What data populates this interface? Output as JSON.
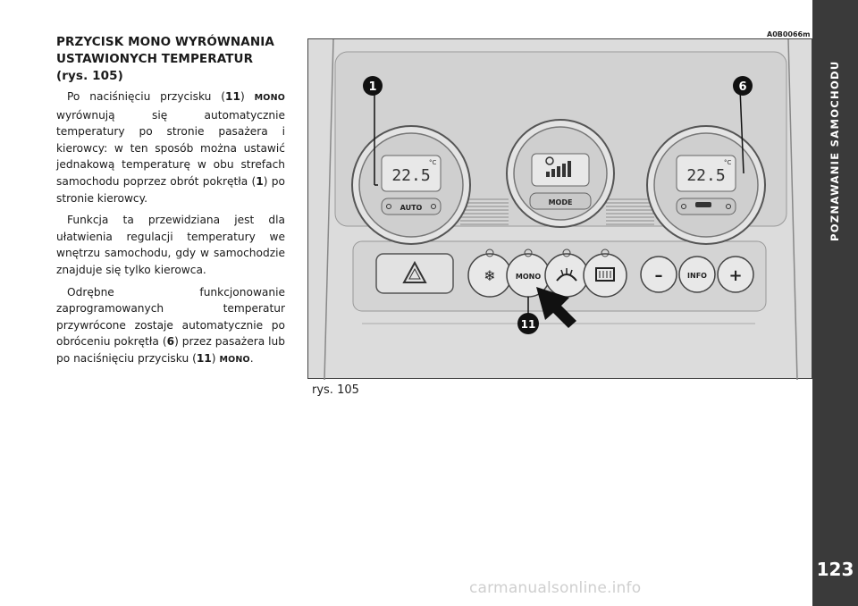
{
  "section": {
    "heading_lines": [
      "PRZYCISK MONO WYRÓWNANIA",
      "USTAWIONYCH TEMPERATUR",
      "(rys. 105)"
    ],
    "paragraph1": {
      "t1": "Po naciśnięciu przycisku (",
      "ref1": "11",
      "t2": ") ",
      "key": "MONO",
      "t3": " wyrównują się automatycznie temperatury po stronie pasażera i kierowcy: w ten sposób można ustawić jednakową temperaturę w obu strefach samochodu poprzez obrót pokrętła (",
      "ref2": "1",
      "t4": ") po stronie kierowcy."
    },
    "paragraph2": "Funkcja ta przewidziana jest dla ułatwienia regulacji temperatury we wnętrzu samochodu, gdy w samochodzie znajduje się tylko kierowca.",
    "paragraph3": {
      "t1": "Odrębne funkcjonowanie zaprogramowanych temperatur przywrócone zostaje automatycznie po obróceniu pokrętła (",
      "ref1": "6",
      "t2": ") przez pasażera lub po naciśnięciu przycisku (",
      "ref2": "11",
      "t3": ") ",
      "key": "MONO",
      "t4": "."
    }
  },
  "figure": {
    "code": "A0B0066m",
    "caption": "rys. 105",
    "left_display": "22.5",
    "right_display": "22.5",
    "unit": "°C",
    "auto_label": "AUTO",
    "mode_label": "MODE",
    "mono_label": "MONO",
    "info_label": "INFO",
    "minus_label": "–",
    "plus_label": "+",
    "callouts": [
      "1",
      "6",
      "11"
    ]
  },
  "sidebar": {
    "chapter": "POZNAWANIE SAMOCHODU",
    "page_number": "123"
  },
  "watermark": "carmanualsonline.info",
  "colors": {
    "figure_bg": "#dcdcdc",
    "sidebar_bg": "#3a3a3a",
    "callout": "#1a1a1a"
  }
}
